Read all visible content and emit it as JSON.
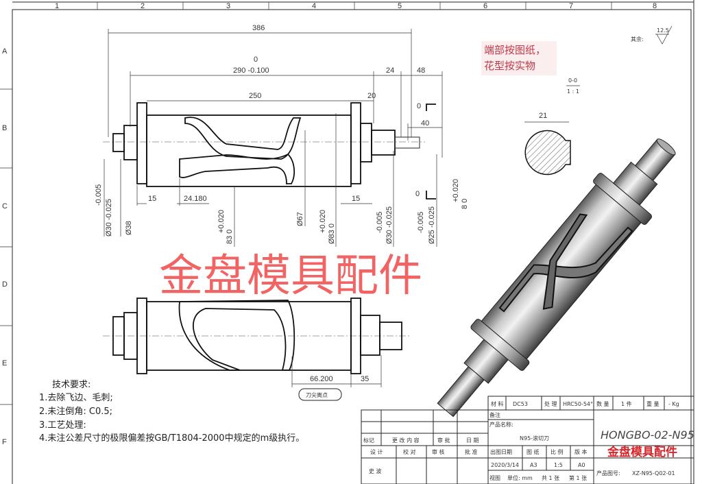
{
  "frame": {
    "columns": [
      "1",
      "2",
      "3",
      "4",
      "5",
      "6",
      "7",
      "8"
    ],
    "rows": [
      "A",
      "B",
      "C",
      "D",
      "E",
      "F"
    ]
  },
  "dimensions": {
    "overall_length": "386",
    "tol_upper": "0",
    "body_length": "290 -0.100",
    "d24": "24",
    "d48": "48",
    "d250": "250",
    "d20": "20",
    "d40": "40",
    "d15_left": "15",
    "d24_180": "24.180",
    "d15_right": "15",
    "dia30_left": "Ø30 -0.025",
    "dia30_left_tol": "-0.005",
    "dia38": "Ø38",
    "d83": "83 0",
    "d83_tol": "+0.020",
    "dia67": "Ø67",
    "dia83": "Ø83 0",
    "dia83_tol": "+0.020",
    "dia30_right": "Ø30 -0.025",
    "dia30_right_tol": "-0.005",
    "dia25": "Ø25 -0.025",
    "dia25_tol": "-0.005",
    "key_8": "8 0",
    "key_8_tol": "+0.020",
    "section_width": "21",
    "d66_200": "66.200",
    "d35": "35",
    "blade_label": "刀尖离点"
  },
  "section": {
    "marker_top": "0",
    "marker_bottom": "0",
    "title": "0-0",
    "scale": "1 : 1"
  },
  "surface_finish": {
    "label": "其余:",
    "value": "12.5"
  },
  "annotation": {
    "line1": "端部按图纸，",
    "line2": "花型按实物"
  },
  "watermark": "金盘模具配件",
  "notes": {
    "title": "技术要求:",
    "items": [
      "1.去除飞边、毛刺;",
      "2.未注倒角: C0.5;",
      "3.工艺处理:",
      "4.未注公差尺寸的极限偏差按GB/T1804-2000中规定的m级执行。"
    ]
  },
  "title_block": {
    "material_label": "材 料",
    "material": "DC53",
    "treatment_label": "处 理",
    "treatment": "HRC50-54°",
    "qty_label": "数 量",
    "qty": "1 件",
    "weight_label": "重 量",
    "weight": "-   Kg",
    "remark_label": "备注",
    "product_name_label": "产品名称:",
    "product_name": "N95-滚切刀",
    "drawing_code": "HONGBO-02-N95",
    "company": "金盘模具配件",
    "mark_label": "标记",
    "change_label": "更 改 内 容",
    "review_label": "审 批",
    "date_label": "日 期",
    "design_label": "设 计",
    "check_label": "校 对",
    "audit_label": "审 核",
    "approve_label": "批 准",
    "issue_date_label": "出图日期",
    "sheet_label": "图 纸",
    "scale_label": "比 例",
    "version_label": "版 本",
    "issue_date": "2020/3/14",
    "sheet": "A3",
    "scale": "1:5",
    "version": "A0",
    "designer": "史 波",
    "projection_label": "视图",
    "unit_label": "单位: mm",
    "total_label": "共 1 张",
    "page_label": "第 1 张",
    "drawing_no_label": "产品图号:",
    "drawing_no": "XZ-N95-Q02-01"
  }
}
